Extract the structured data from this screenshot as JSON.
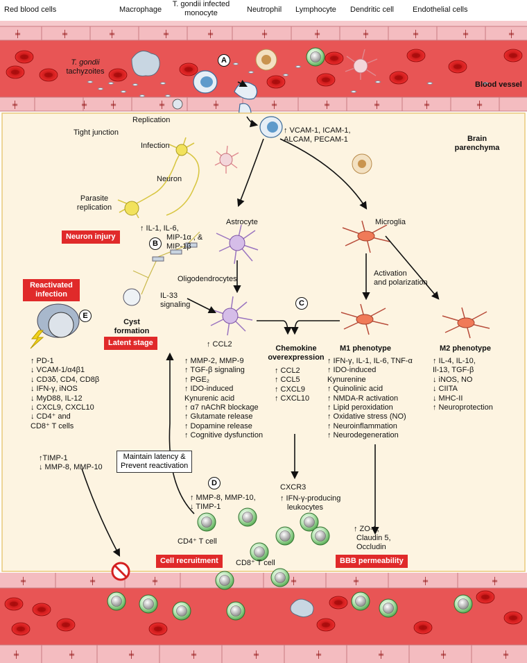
{
  "labels": {
    "rbc": "Red blood cells",
    "macrophage": "Macrophage",
    "infected_monocyte_1": "T. gondii infected",
    "infected_monocyte_2": "monocyte",
    "neutrophil": "Neutrophil",
    "lymphocyte": "Lymphocyte",
    "dendritic": "Dendritic cell",
    "endothelial": "Endothelial cells",
    "tachyzoites_1": "T. gondii",
    "tachyzoites_2": "tachyzoites",
    "blood_vessel": "Blood vessel",
    "tight_junction": "Tight junction",
    "replication": "Replication",
    "adhesion": [
      "↑ VCAM-1, ICAM-1,",
      "ALCAM, PECAM-1"
    ],
    "brain_parenchyma": [
      "Brain",
      "parenchyma"
    ],
    "infection": "Infection",
    "neuron": "Neuron",
    "parasite_replication": [
      "Parasite",
      "replication"
    ],
    "neuron_cytokines": [
      "↑ IL-1, IL-6,",
      "MIP-1α , &",
      "MIP-1β"
    ],
    "neuron_injury": "Neuron injury",
    "astrocyte": "Astrocyte",
    "microglia": "Microglia",
    "activation": [
      "Activation",
      "and polarization"
    ],
    "oligodendrocytes": "Oligodendrocytes",
    "il33": [
      "IL-33",
      "signaling"
    ],
    "reactivated_infection": [
      "Reactivated",
      "infection"
    ],
    "cyst_formation": [
      "Cyst",
      "formation"
    ],
    "latent_stage": "Latent stage",
    "ccl2": "↑ CCL2",
    "chemokine_title": [
      "Chemokine",
      "overexpression"
    ],
    "m1_title": "M1 phenotype",
    "m2_title": "M2 phenotype",
    "cxcr3": "CXCR3",
    "ifn_leukocytes": [
      "↑  IFN-γ-producing",
      "leukocytes"
    ],
    "maintain_latency": [
      "Maintain latency &",
      "Prevent reactivation"
    ],
    "tcell_mmp": [
      "↑ MMP-8, MMP-10,",
      "↓ TIMP-1"
    ],
    "cd4": "CD4⁺ T cell",
    "cd8": "CD8⁺ T cell",
    "cell_recruitment": "Cell recruitment",
    "tight_proteins": [
      "↑ ZO-1,",
      "Claudin 5,",
      "Occludin"
    ],
    "bbb": "BBB permeability",
    "timp": [
      "↑TIMP-1",
      "↓ MMP-8, MMP-10"
    ]
  },
  "markers": [
    "A",
    "B",
    "C",
    "D",
    "E"
  ],
  "reactivated_list": [
    "↑ PD-1",
    "↓ VCAM-1/α4β1",
    "↓ CD3δ, CD4, CD8β",
    "↓ IFN-γ, iNOS",
    "↓ MyD88, IL-12",
    "↓ CXCL9, CXCL10",
    "↓ CD4⁺ and",
    "   CD8⁺ T cells"
  ],
  "astro_list": [
    "↑ MMP-2, MMP-9",
    "↑ TGF-β signaling",
    "↑ PGE₂",
    "↑ IDO-induced",
    "   Kynurenic acid",
    "↑ α7 nAChR blockage",
    "↑ Glutamate release",
    "↑ Dopamine release",
    "↑ Cognitive dysfunction"
  ],
  "chemokine_list": [
    "↑ CCL2",
    "↑ CCL5",
    "↑ CXCL9",
    "↑ CXCL10"
  ],
  "m1_list": [
    "↑ IFN-γ, IL-1, IL-6, TNF-α",
    "↑ IDO-induced",
    "   Kynurenine",
    "↑ Quinolinic acid",
    "↑ NMDA-R activation",
    "↑ Lipid peroxidation",
    "↑ Oxidative stress (NO)",
    "↑ Neuroinflammation",
    "↑ Neurodegeneration"
  ],
  "m2_list": [
    "↑ IL-4, IL-10,",
    "   Il-13, TGF-β",
    "↓ iNOS, NO",
    "↓ CIITA",
    "↓ MHC-II",
    "↑ Neuroprotection"
  ],
  "colors": {
    "vessel": "#e85555",
    "endothelium": "#f4bcc0",
    "parenchyma": "#fdf4e1",
    "accent": "#e02a2a"
  }
}
